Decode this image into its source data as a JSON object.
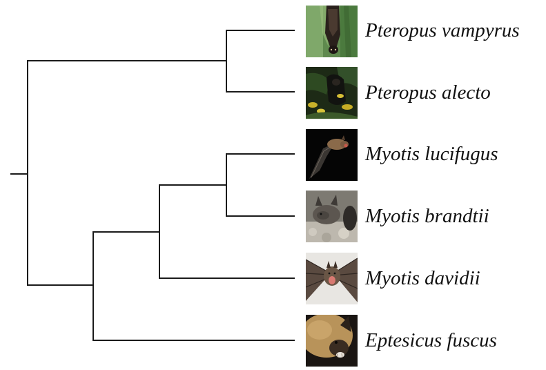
{
  "tree": {
    "taxa": [
      {
        "id": "pv",
        "name": "Pteropus vampyrus",
        "photo": "bat-hanging-photo"
      },
      {
        "id": "pa",
        "name": "Pteropus alecto",
        "photo": "bat-foliage-photo"
      },
      {
        "id": "ml",
        "name": "Myotis lucifugus",
        "photo": "bat-flying-photo"
      },
      {
        "id": "mb",
        "name": "Myotis brandtii",
        "photo": "bat-rock-photo"
      },
      {
        "id": "md",
        "name": "Myotis davidii",
        "photo": "bat-wings-spread-photo"
      },
      {
        "id": "ef",
        "name": "Eptesicus fuscus",
        "photo": "bat-closeup-photo"
      }
    ],
    "topology": "((Pteropus vampyrus, Pteropus alecto), (((Myotis lucifugus, Myotis brandtii), Myotis davidii), Eptesicus fuscus))",
    "branch_color": "#1a1a1a"
  }
}
